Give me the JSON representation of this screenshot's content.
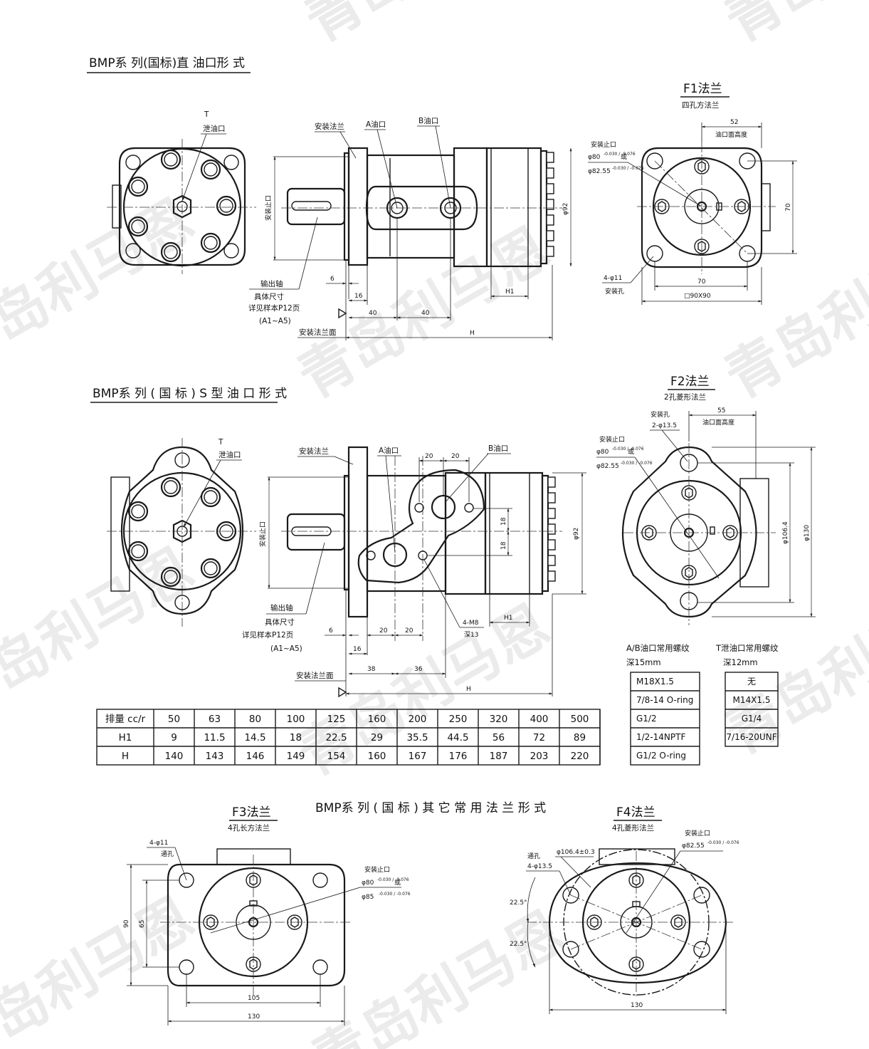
{
  "watermark": "青岛利马恩",
  "section1": {
    "title": "BMP系 列(国标)直 油口形 式",
    "labels": {
      "t_port": "T",
      "t_port_name": "泄油口",
      "mount_flange": "安装法兰",
      "a_port": "A油口",
      "b_port": "B油口",
      "mount_spigot": "安装止口",
      "output_shaft": "输出轴",
      "size_detail": "具体尺寸",
      "see_sample": "详见样本P12页",
      "shaft_code": "(A1~A5)",
      "mount_face": "安装法兰面",
      "dim_6": "6",
      "dim_16": "16",
      "dim_40a": "40",
      "dim_40b": "40",
      "dim_h1": "H1",
      "dim_h": "H",
      "dim_92": "φ92"
    }
  },
  "flange_f1": {
    "title": "F1法兰",
    "subtitle": "四孔方法兰",
    "dim_52": "52",
    "port_height": "油口面高度",
    "spigot_label": "安装止口",
    "spigot_1": "φ80",
    "spigot_1_tol": "-0.030 / -0.076",
    "or": "或",
    "spigot_2": "φ82.55",
    "spigot_2_tol": "-0.030 / -0.076",
    "dim_70_v": "70",
    "dim_70_h": "70",
    "holes": "4-φ11",
    "holes_label": "安装孔",
    "square": "□90X90"
  },
  "section2": {
    "title": "BMP系 列 ( 国 标 ) S 型 油 口 形 式",
    "labels": {
      "t_port": "T",
      "t_port_name": "泄油口",
      "mount_flange": "安装法兰",
      "a_port": "A油口",
      "b_port": "B油口",
      "mount_spigot": "安装止口",
      "output_shaft": "输出轴",
      "size_detail": "具体尺寸",
      "see_sample": "详见样本P12页",
      "shaft_code": "(A1~A5)",
      "mount_face": "安装法兰面",
      "dim_6": "6",
      "dim_16": "16",
      "dim_20a": "20",
      "dim_20b": "20",
      "dim_20c": "20",
      "dim_20d": "20",
      "dim_18a": "18",
      "dim_18b": "18",
      "dim_38": "38",
      "dim_36": "36",
      "dim_h1": "H1",
      "dim_h": "H",
      "dim_92": "φ92",
      "thread": "4-M8",
      "depth": "深13"
    }
  },
  "flange_f2": {
    "title": "F2法兰",
    "subtitle": "2孔菱形法兰",
    "holes_label": "安装孔",
    "holes": "2-φ13.5",
    "dim_55": "55",
    "port_height": "油口面高度",
    "spigot_label": "安装止口",
    "spigot_1": "φ80",
    "spigot_1_tol": "-0.030 / -0.076",
    "or": "或",
    "spigot_2": "φ82.55",
    "spigot_2_tol": "-0.030 / -0.076",
    "dim_106": "φ106.4",
    "dim_130": "φ130"
  },
  "displacement_table": {
    "row_labels": [
      "排量 cc/r",
      "H1",
      "H"
    ],
    "columns": [
      "50",
      "63",
      "80",
      "100",
      "125",
      "160",
      "200",
      "250",
      "320",
      "400",
      "500"
    ],
    "h1": [
      "9",
      "11.5",
      "14.5",
      "18",
      "22.5",
      "29",
      "35.5",
      "44.5",
      "56",
      "72",
      "89"
    ],
    "h": [
      "140",
      "143",
      "146",
      "149",
      "154",
      "160",
      "167",
      "176",
      "187",
      "203",
      "220"
    ]
  },
  "ab_threads": {
    "title": "A/B油口常用螺纹",
    "depth": "深15mm",
    "items": [
      "M18X1.5",
      "7/8-14 O-ring",
      "G1/2",
      "1/2-14NPTF",
      "G1/2 O-ring"
    ]
  },
  "t_threads": {
    "title": "T泄油口常用螺纹",
    "depth": "深12mm",
    "items": [
      "无",
      "M14X1.5",
      "G1/4",
      "7/16-20UNF"
    ]
  },
  "section3": {
    "title": "BMP系 列 ( 国 标 ) 其 它 常 用 法 兰 形 式"
  },
  "flange_f3": {
    "title": "F3法兰",
    "subtitle": "4孔长方法兰",
    "holes": "4-φ11",
    "holes_label": "通孔",
    "spigot_label": "安装止口",
    "spigot_1": "φ80",
    "spigot_1_tol": "-0.030 / -0.076",
    "or": "或",
    "spigot_2": "φ85",
    "spigot_2_tol": "-0.030 / -0.076",
    "dim_90": "90",
    "dim_65": "65",
    "dim_105": "105",
    "dim_130": "130"
  },
  "flange_f4": {
    "title": "F4法兰",
    "subtitle": "4孔菱形法兰",
    "spigot_label": "安装止口",
    "spigot_1": "φ82.55",
    "spigot_1_tol": "-0.030 / -0.076",
    "through": "通孔",
    "holes": "4-φ13.5",
    "pcd": "φ106.4±0.3",
    "angle_1": "22.5°",
    "angle_2": "22.5°",
    "dim_130": "130"
  }
}
